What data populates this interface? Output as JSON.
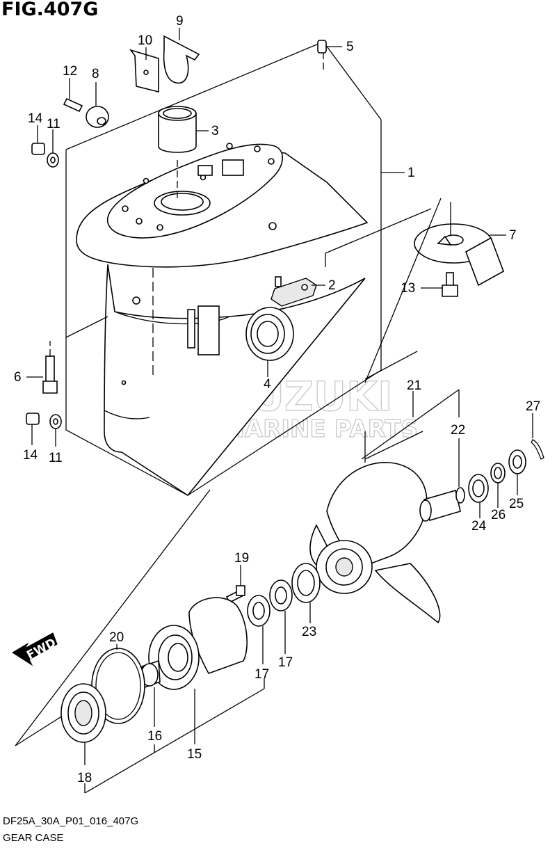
{
  "figure": {
    "title": "FIG.407G",
    "code": "DF25A_30A_P01_016_407G",
    "description": "GEAR CASE"
  },
  "watermark": {
    "brand": "SUZUKI",
    "subtitle": "MARINE PARTS"
  },
  "direction_label": "FWD",
  "callouts": [
    {
      "id": "c1",
      "text": "1"
    },
    {
      "id": "c2",
      "text": "2"
    },
    {
      "id": "c3",
      "text": "3"
    },
    {
      "id": "c4",
      "text": "4"
    },
    {
      "id": "c5",
      "text": "5"
    },
    {
      "id": "c6",
      "text": "6"
    },
    {
      "id": "c7",
      "text": "7"
    },
    {
      "id": "c8",
      "text": "8"
    },
    {
      "id": "c9",
      "text": "9"
    },
    {
      "id": "c10",
      "text": "10"
    },
    {
      "id": "c11a",
      "text": "11"
    },
    {
      "id": "c11b",
      "text": "11"
    },
    {
      "id": "c12",
      "text": "12"
    },
    {
      "id": "c13",
      "text": "13"
    },
    {
      "id": "c14a",
      "text": "14"
    },
    {
      "id": "c14b",
      "text": "14"
    },
    {
      "id": "c15",
      "text": "15"
    },
    {
      "id": "c16",
      "text": "16"
    },
    {
      "id": "c17a",
      "text": "17"
    },
    {
      "id": "c17b",
      "text": "17"
    },
    {
      "id": "c18",
      "text": "18"
    },
    {
      "id": "c19",
      "text": "19"
    },
    {
      "id": "c20",
      "text": "20"
    },
    {
      "id": "c21",
      "text": "21"
    },
    {
      "id": "c22",
      "text": "22"
    },
    {
      "id": "c23",
      "text": "23"
    },
    {
      "id": "c24",
      "text": "24"
    },
    {
      "id": "c25",
      "text": "25"
    },
    {
      "id": "c26",
      "text": "26"
    },
    {
      "id": "c27",
      "text": "27"
    }
  ]
}
